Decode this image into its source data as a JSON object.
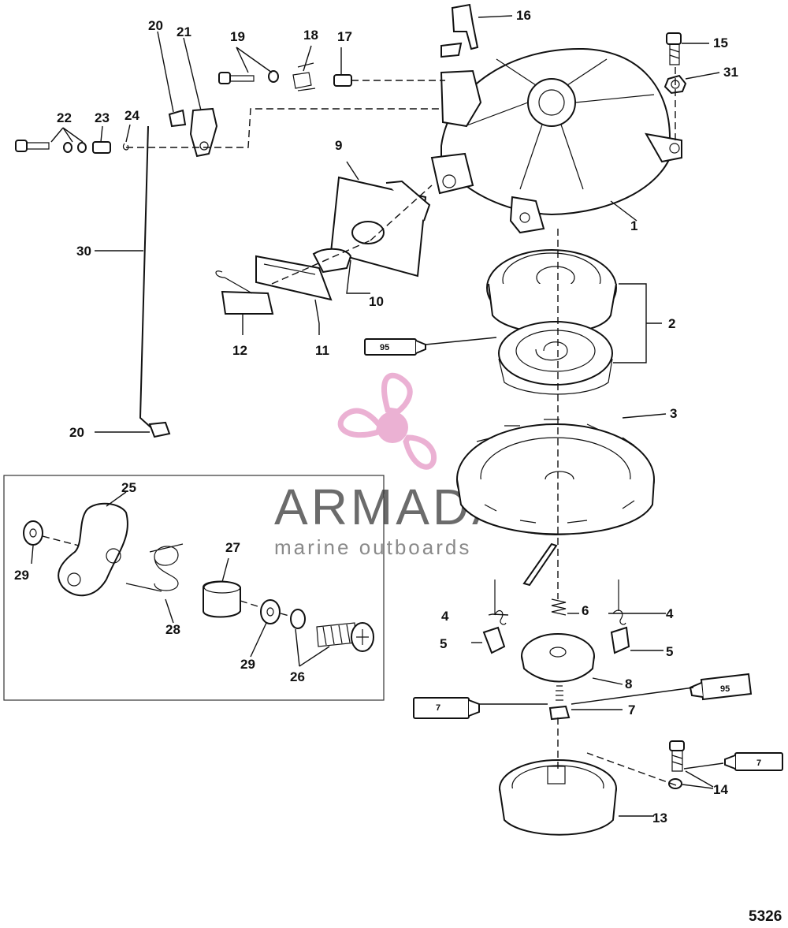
{
  "labels": {
    "l1": "1",
    "l2": "2",
    "l3": "3",
    "l4a": "4",
    "l4b": "4",
    "l5a": "5",
    "l5b": "5",
    "l6": "6",
    "l7a": "7",
    "l8": "8",
    "l9": "9",
    "l10": "10",
    "l11": "11",
    "l12": "12",
    "l13": "13",
    "l14": "14",
    "l15": "15",
    "l16": "16",
    "l17": "17",
    "l18": "18",
    "l19": "19",
    "l20a": "20",
    "l20b": "20",
    "l21": "21",
    "l22": "22",
    "l23": "23",
    "l24": "24",
    "l25": "25",
    "l26": "26",
    "l27": "27",
    "l28": "28",
    "l29a": "29",
    "l29b": "29",
    "l30": "30",
    "l31": "31"
  },
  "tubes": {
    "t95a": "95",
    "t7a": "7",
    "t95b": "95",
    "t7b": "7"
  },
  "watermark": {
    "brand": "ARMADA",
    "tagline": "marine outboards",
    "color": "#e9a9cf"
  },
  "drawing_number": "5326"
}
